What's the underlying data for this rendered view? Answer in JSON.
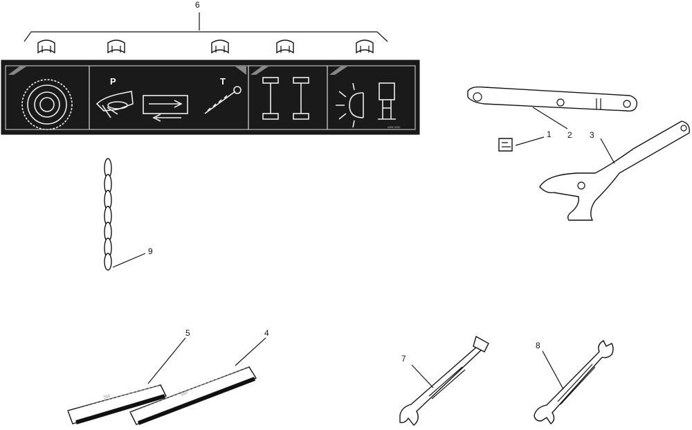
{
  "callouts": {
    "c1": "1",
    "c2": "2",
    "c3": "3",
    "c4": "4",
    "c5": "5",
    "c6": "6",
    "c7": "7",
    "c8": "8",
    "c9": "9"
  },
  "panel": {
    "letter_p": "P",
    "letter_t": "T",
    "code": "ARB 0000"
  },
  "tapes": {
    "dim_short": "350",
    "dim_long": "550"
  },
  "colors": {
    "line": "#111111",
    "panel": "#1a1a1a",
    "background": "#ffffff"
  }
}
